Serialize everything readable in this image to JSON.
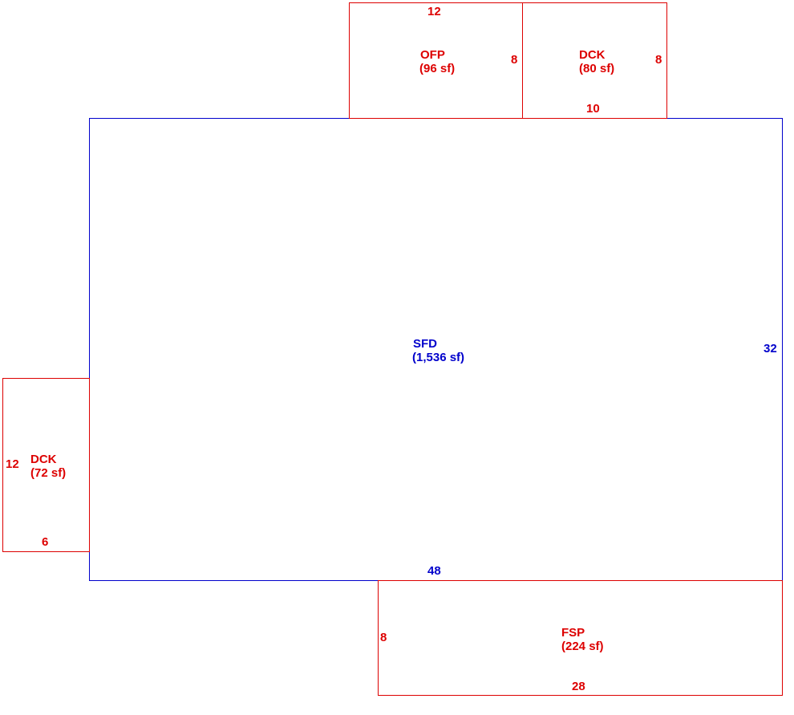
{
  "colors": {
    "main": "#0000cc",
    "addon": "#dd0000"
  },
  "areas": {
    "sfd": {
      "code": "SFD",
      "area": "(1,536 sf)",
      "width": "48",
      "depth": "32"
    },
    "ofp": {
      "code": "OFP",
      "area": "(96 sf)",
      "width": "12",
      "depth": "8"
    },
    "dck_top": {
      "code": "DCK",
      "area": "(80 sf)",
      "width": "10",
      "depth": "8"
    },
    "dck_left": {
      "code": "DCK",
      "area": "(72 sf)",
      "width": "6",
      "depth": "12"
    },
    "fsp": {
      "code": "FSP",
      "area": "(224 sf)",
      "width": "28",
      "depth": "8"
    }
  }
}
